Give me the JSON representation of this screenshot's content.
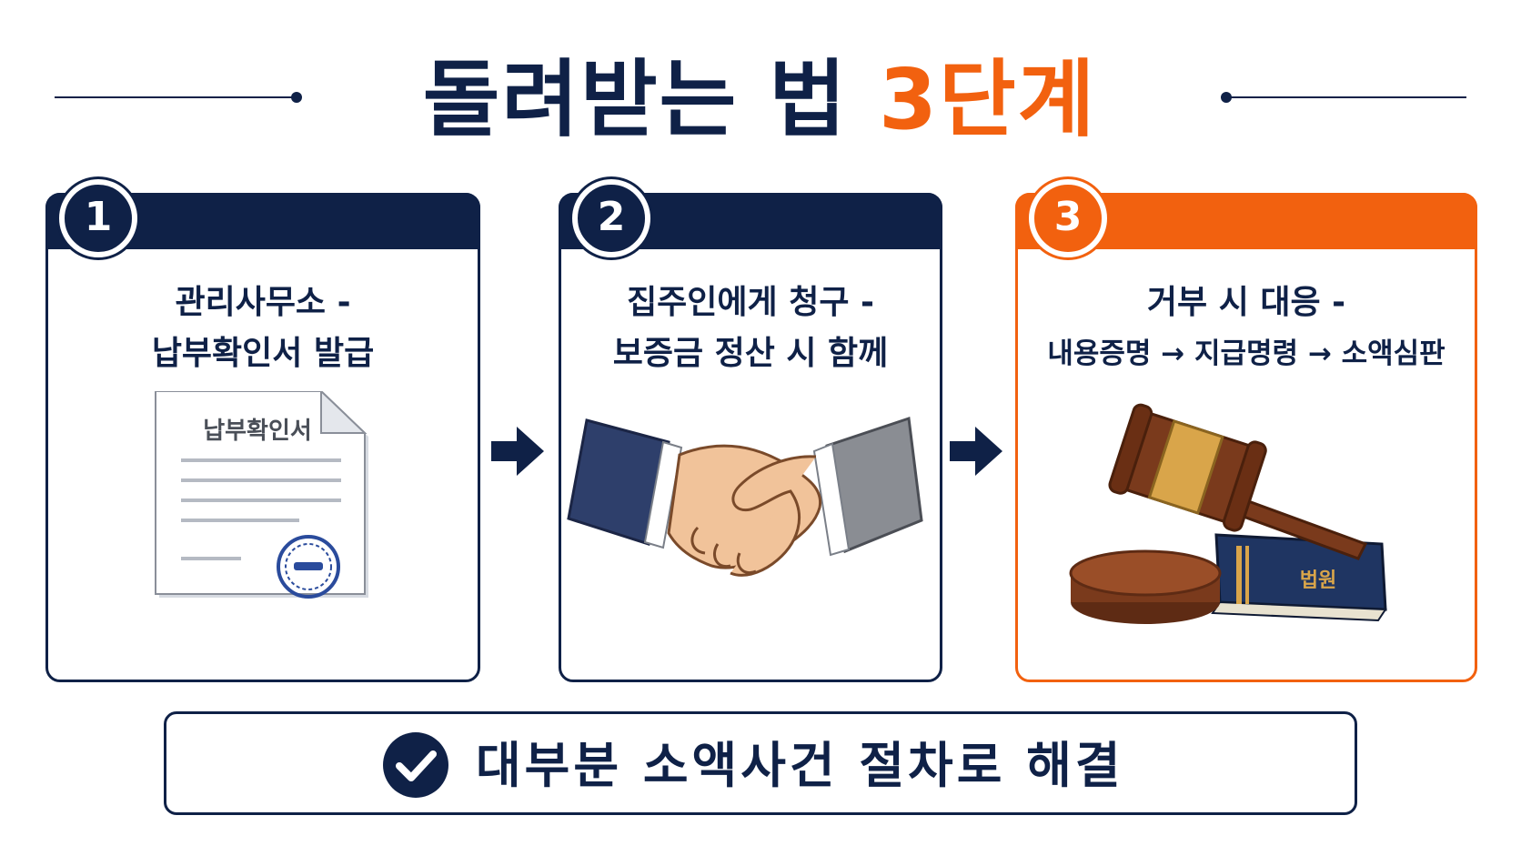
{
  "title": {
    "main": "돌려받는 법 ",
    "highlight": "3단계"
  },
  "steps": [
    {
      "number": "1",
      "line1": "관리사무소 -",
      "line2": "납부확인서 발급",
      "doc_title": "납부확인서"
    },
    {
      "number": "2",
      "line1": "집주인에게 청구 -",
      "line2": "보증금 정산 시 함께"
    },
    {
      "number": "3",
      "line1": "거부 시 대응 -",
      "line2": "내용증명 → 지급명령 → 소액심판",
      "book_label": "법원"
    }
  ],
  "bottom": {
    "text": "대부분 소액사건 절차로 해결"
  },
  "colors": {
    "navy": "#0f2147",
    "orange": "#f2610f",
    "skin": "#f1c39a",
    "wood": "#7a3a1c",
    "gold": "#d9a54a"
  },
  "icons": [
    "document-icon",
    "stamp-icon",
    "handshake-icon",
    "gavel-icon",
    "law-book-icon",
    "arrow-right-icon",
    "check-circle-icon"
  ]
}
